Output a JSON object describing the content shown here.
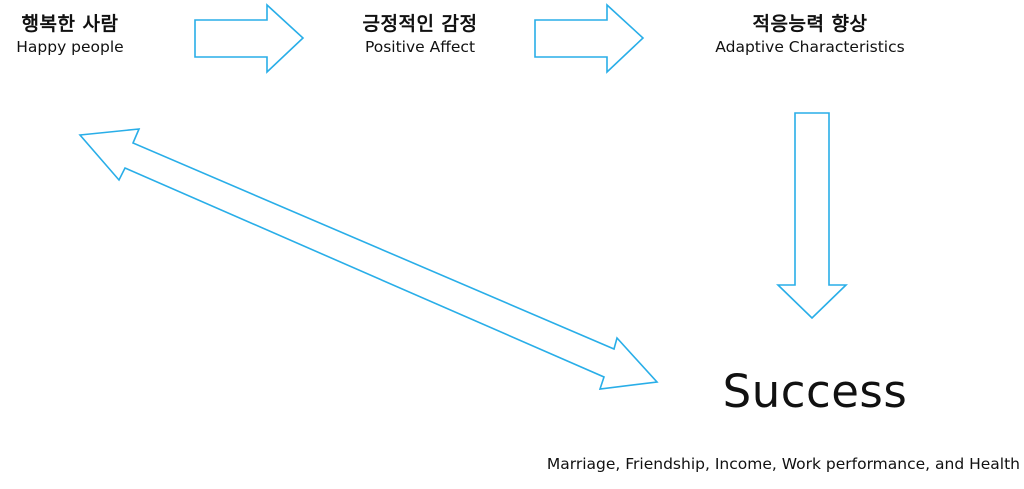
{
  "nodes": {
    "happy": {
      "ko": "행복한 사람",
      "en": "Happy people"
    },
    "positive": {
      "ko": "긍정적인 감정",
      "en": "Positive Affect"
    },
    "adaptive": {
      "ko": "적응능력 향상",
      "en": "Adaptive Characteristics"
    }
  },
  "success": {
    "title": "Success",
    "subtitle": "Marriage, Friendship, Income, Work performance, and Health"
  },
  "colors": {
    "arrow_outline": "#29aee8",
    "text": "#111111",
    "background": "#ffffff"
  }
}
